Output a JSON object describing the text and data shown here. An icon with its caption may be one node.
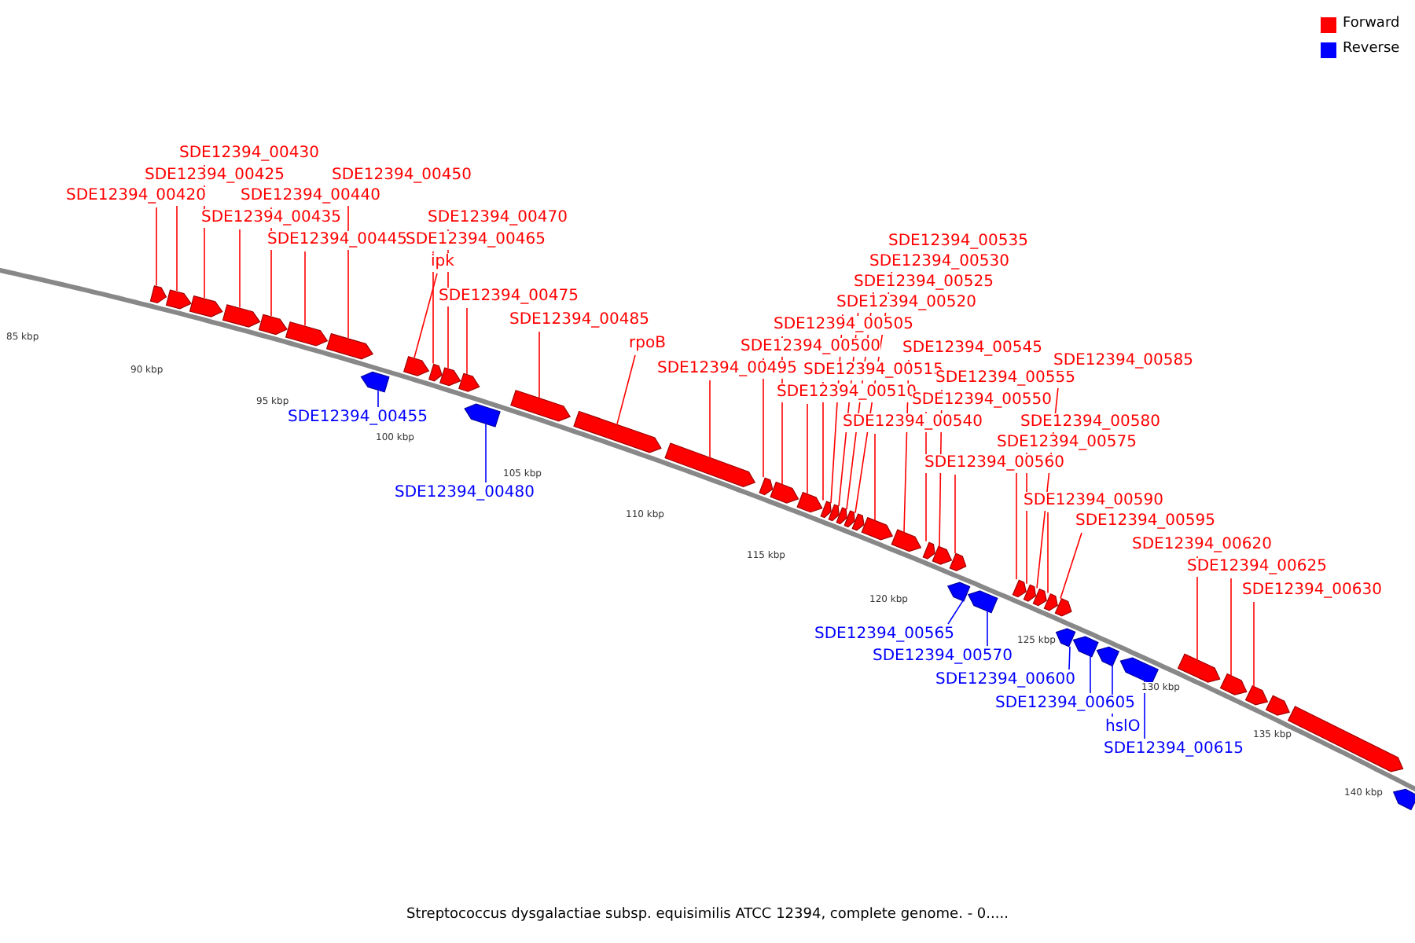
{
  "diagram": {
    "caption": "Streptococcus dysgalactiae subsp. equisimilis ATCC 12394, complete genome. - 0.....",
    "nodes": [
      {
        "text": [
          "SDE12394_00420"
        ]
      },
      {
        "text": [
          "SDE12394_00425"
        ]
      },
      {
        "text": [
          "SDE12394_00430"
        ]
      },
      {
        "text": [
          "SDE12394_00435"
        ]
      },
      {
        "text": [
          "SDE12394_00440"
        ]
      },
      {
        "text": [
          "SDE12394_00445"
        ]
      },
      {
        "text": [
          "SDE12394_00450"
        ]
      },
      {
        "text": [
          "SDE12394_00455"
        ]
      },
      {
        "text": [
          "ipk"
        ]
      },
      {
        "text": [
          "SDE12394_00465"
        ]
      },
      {
        "text": [
          "SDE12394_00470"
        ]
      },
      {
        "text": [
          "SDE12394_00475"
        ]
      },
      {
        "text": [
          "SDE12394_00480"
        ]
      },
      {
        "text": [
          "SDE12394_00485"
        ]
      },
      {
        "text": [
          "rpoB"
        ]
      },
      {
        "text": [
          "SDE12394_00495"
        ]
      },
      {
        "text": [
          "SDE12394_00500"
        ]
      },
      {
        "text": [
          "SDE12394_00505"
        ]
      },
      {
        "text": [
          "SDE12394_00510"
        ]
      },
      {
        "text": [
          "SDE12394_00515"
        ]
      },
      {
        "text": [
          "SDE12394_00520"
        ]
      },
      {
        "text": [
          "SDE12394_00525"
        ]
      },
      {
        "text": [
          "SDE12394_00530"
        ]
      },
      {
        "text": [
          "SDE12394_00535"
        ]
      },
      {
        "text": [
          "SDE12394_00540"
        ]
      },
      {
        "text": [
          "SDE12394_00545"
        ]
      },
      {
        "text": [
          "SDE12394_00550"
        ]
      },
      {
        "text": [
          "SDE12394_00555"
        ]
      },
      {
        "text": [
          "SDE12394_00560"
        ]
      },
      {
        "text": [
          "SDE12394_00565"
        ]
      },
      {
        "text": [
          "SDE12394_00570"
        ]
      },
      {
        "text": [
          "SDE12394_00575"
        ]
      },
      {
        "text": [
          "SDE12394_00580"
        ]
      },
      {
        "text": [
          "SDE12394_00585"
        ]
      },
      {
        "text": [
          "SDE12394_00590"
        ]
      },
      {
        "text": [
          "SDE12394_00595"
        ]
      },
      {
        "text": [
          "SDE12394_00600"
        ]
      },
      {
        "text": [
          "SDE12394_00605"
        ]
      },
      {
        "text": [
          "hslO"
        ]
      },
      {
        "text": [
          "SDE12394_00615"
        ]
      },
      {
        "text": [
          "SDE12394_00620"
        ]
      },
      {
        "text": [
          "SDE12394_00625"
        ]
      },
      {
        "text": [
          "SDE12394_00630"
        ]
      },
      {
        "text": [],
        "shape": "arrow"
      },
      {
        "text": [],
        "shape": "arrow"
      },
      {
        "text": [],
        "shape": "arrow"
      },
      {
        "text": [],
        "shape": "arrow"
      },
      {
        "text": [],
        "shape": "arrow"
      },
      {
        "text": [],
        "shape": "arrow"
      },
      {
        "text": [],
        "shape": "arrow"
      },
      {
        "text": [],
        "shape": "arrow"
      },
      {
        "text": [],
        "shape": "arrow"
      },
      {
        "text": [],
        "shape": "arrow"
      },
      {
        "text": [],
        "shape": "arrow"
      },
      {
        "text": [],
        "shape": "arrow"
      },
      {
        "text": [],
        "shape": "arrow"
      },
      {
        "text": [],
        "shape": "arrow"
      },
      {
        "text": [],
        "shape": "arrow"
      },
      {
        "text": [],
        "shape": "arrow"
      },
      {
        "text": [],
        "shape": "arrow"
      },
      {
        "text": [],
        "shape": "arrow"
      },
      {
        "text": [],
        "shape": "arrow"
      },
      {
        "text": [],
        "shape": "arrow"
      },
      {
        "text": [],
        "shape": "arrow"
      },
      {
        "text": [],
        "shape": "arrow"
      },
      {
        "text": [],
        "shape": "arrow"
      },
      {
        "text": [],
        "shape": "arrow"
      },
      {
        "text": [],
        "shape": "arrow"
      },
      {
        "text": [],
        "shape": "arrow"
      },
      {
        "text": [],
        "shape": "arrow"
      },
      {
        "text": [],
        "shape": "arrow"
      },
      {
        "text": [],
        "shape": "arrow"
      },
      {
        "text": [],
        "shape": "arrow"
      },
      {
        "text": [],
        "shape": "arrow"
      },
      {
        "text": [],
        "shape": "arrow"
      },
      {
        "text": [],
        "shape": "arrow"
      },
      {
        "text": [],
        "shape": "arrow"
      },
      {
        "text": [],
        "shape": "arrow"
      },
      {
        "text": [],
        "shape": "arrow"
      },
      {
        "text": [],
        "shape": "arrow"
      },
      {
        "text": [],
        "shape": "arrow"
      },
      {
        "text": [],
        "shape": "arrow"
      },
      {
        "text": [],
        "shape": "arrow"
      },
      {
        "text": [],
        "shape": "arrow"
      },
      {
        "text": [],
        "shape": "arrow"
      },
      {
        "text": [],
        "shape": "arrow"
      },
      {
        "text": [],
        "shape": "arrow"
      },
      {
        "text": [],
        "shape": "arrow"
      },
      {
        "text": [],
        "shape": "arrow"
      }
    ],
    "edges": [
      {
        "from": 0,
        "to": 43,
        "arrow": "none"
      },
      {
        "from": 1,
        "to": 44,
        "arrow": "none"
      },
      {
        "from": 2,
        "to": 45,
        "arrow": "none"
      },
      {
        "from": 3,
        "to": 46,
        "arrow": "none"
      },
      {
        "from": 4,
        "to": 47,
        "arrow": "none"
      },
      {
        "from": 5,
        "to": 48,
        "arrow": "none"
      },
      {
        "from": 6,
        "to": 49,
        "arrow": "none"
      },
      {
        "from": 7,
        "to": 50,
        "arrow": "none",
        "color": "#0000ff"
      },
      {
        "from": 8,
        "to": 51,
        "arrow": "none"
      },
      {
        "from": 9,
        "to": 52,
        "arrow": "none"
      },
      {
        "from": 10,
        "to": 53,
        "arrow": "none"
      },
      {
        "from": 11,
        "to": 54,
        "arrow": "none"
      },
      {
        "from": 12,
        "to": 55,
        "arrow": "none",
        "color": "#0000ff"
      },
      {
        "from": 13,
        "to": 56,
        "arrow": "none"
      },
      {
        "from": 14,
        "to": 57,
        "arrow": "none"
      },
      {
        "from": 15,
        "to": 58,
        "arrow": "none"
      },
      {
        "from": 16,
        "to": 59,
        "arrow": "none"
      },
      {
        "from": 17,
        "to": 60,
        "arrow": "none"
      },
      {
        "from": 18,
        "to": 61,
        "arrow": "none"
      },
      {
        "from": 19,
        "to": 62,
        "arrow": "none"
      },
      {
        "from": 20,
        "to": 63,
        "arrow": "none"
      },
      {
        "from": 21,
        "to": 64,
        "arrow": "none"
      },
      {
        "from": 22,
        "to": 65,
        "arrow": "none"
      },
      {
        "from": 23,
        "to": 66,
        "arrow": "none"
      },
      {
        "from": 24,
        "to": 67,
        "arrow": "none"
      },
      {
        "from": 25,
        "to": 68,
        "arrow": "none"
      },
      {
        "from": 26,
        "to": 69,
        "arrow": "none"
      },
      {
        "from": 27,
        "to": 70,
        "arrow": "none"
      },
      {
        "from": 28,
        "to": 71,
        "arrow": "none"
      },
      {
        "from": 29,
        "to": 72,
        "arrow": "none",
        "color": "#0000ff"
      },
      {
        "from": 30,
        "to": 73,
        "arrow": "none",
        "color": "#0000ff"
      },
      {
        "from": 31,
        "to": 74,
        "arrow": "none"
      },
      {
        "from": 32,
        "to": 75,
        "arrow": "none"
      },
      {
        "from": 33,
        "to": 76,
        "arrow": "none"
      },
      {
        "from": 34,
        "to": 77,
        "arrow": "none"
      },
      {
        "from": 35,
        "to": 78,
        "arrow": "none"
      },
      {
        "from": 36,
        "to": 79,
        "arrow": "none",
        "color": "#0000ff"
      },
      {
        "from": 37,
        "to": 80,
        "arrow": "none",
        "color": "#0000ff"
      },
      {
        "from": 38,
        "to": 81,
        "arrow": "none",
        "color": "#0000ff"
      },
      {
        "from": 39,
        "to": 82,
        "arrow": "none",
        "color": "#0000ff"
      },
      {
        "from": 40,
        "to": 83,
        "arrow": "none"
      },
      {
        "from": 41,
        "to": 84,
        "arrow": "none"
      },
      {
        "from": 42,
        "to": 85,
        "arrow": "none"
      }
    ],
    "labels": [
      "85 kbp",
      "90 kbp",
      "95 kbp",
      "100 kbp",
      "105 kbp",
      "110 kbp",
      "115 kbp",
      "120 kbp",
      "125 kbp",
      "130 kbp",
      "135 kbp",
      "140 kbp"
    ],
    "legend": [
      {
        "text": "Forward",
        "color": "#ff0000"
      },
      {
        "text": "Reverse",
        "color": "#0000ff"
      }
    ]
  }
}
